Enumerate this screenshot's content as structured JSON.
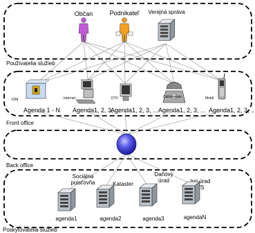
{
  "zones": {
    "users_label": "Používatelia služieb",
    "front_label": "Front office",
    "back_label": "Back office",
    "providers_label": "Poskytovatelia služieb"
  },
  "actors": {
    "citizen": "Občan",
    "entrepreneur": "Podnikateľ",
    "public_admin": "Verejná správa"
  },
  "channels": {
    "iom": "IOM",
    "internet": "Internet",
    "dtv": "DTV",
    "callcenter": "Callcentrum",
    "mobil": "Mobil",
    "iom_agenda": "Agenda 1 - N",
    "internet_agenda": "Agenda1, 2, 3, ...",
    "dtv_agenda": "Agenda1, 2, 3, ...",
    "callcenter_agenda": "Agenda1, 2, 3, ...",
    "mobil_agenda": "Agenda1, 2, 3, ..."
  },
  "providers": {
    "social_1": "Sociálna",
    "social_2": "poisťovňa",
    "cadastre": "Kataster",
    "tax_1": "Daňový",
    "tax_2": "úrad",
    "other_1": "Iný úrad",
    "other_2": "VS",
    "agenda1": "agenda1",
    "agenda2": "agenda2",
    "agenda3": "agenda3",
    "agendaN": "agendaN"
  },
  "colors": {
    "citizen": "#c15ad6",
    "entrepreneur": "#f5a020",
    "server": "#b9c0c8",
    "hub": "#3f3fd9"
  }
}
